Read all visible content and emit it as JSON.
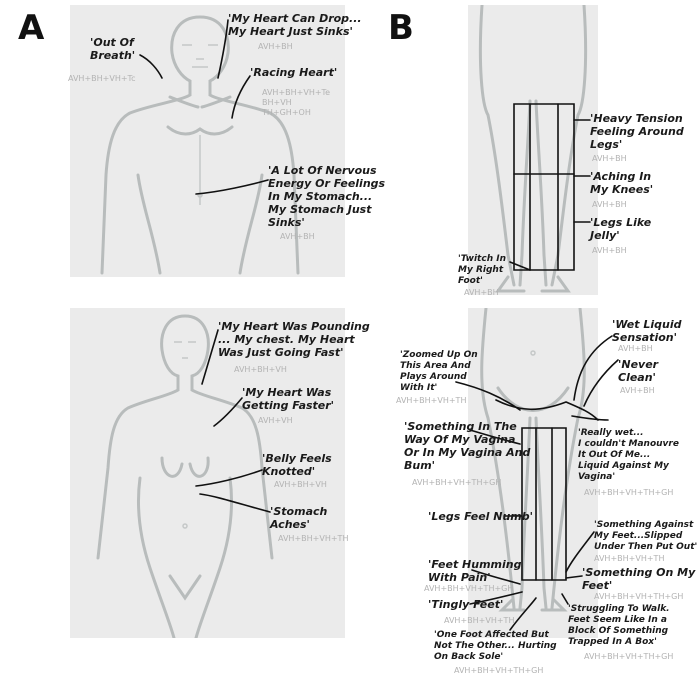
{
  "panels": {
    "a_label": "A",
    "b_label": "B"
  },
  "a1": {
    "out_of_breath": "'Out Of\nBreath'",
    "out_of_breath_sub": "AVH+BH+VH+Tc",
    "heart_drop": "'My Heart Can Drop...\nMy Heart Just Sinks'",
    "heart_drop_sub": "AVH+BH",
    "racing": "'Racing Heart'",
    "racing_sub": "AVH+BH+VH+Te\nBH+VH\nTH+GH+OH",
    "nervous": "'A Lot Of Nervous\nEnergy Or Feelings\nIn My Stomach...\nMy Stomach Just\nSinks'",
    "nervous_sub": "AVH+BH"
  },
  "a2": {
    "pounding": "'My Heart Was Pounding\n... My chest. My Heart\nWas Just Going Fast'",
    "pounding_sub": "AVH+BH+VH",
    "faster": "'My Heart Was\nGetting Faster'",
    "faster_sub": "AVH+VH",
    "knotted": "'Belly Feels\nKnotted'",
    "knotted_sub": "AVH+BH+VH",
    "aches": "'Stomach\nAches'",
    "aches_sub": "AVH+BH+VH+TH"
  },
  "b1": {
    "tension": "'Heavy Tension\nFeeling Around\nLegs'",
    "tension_sub": "AVH+BH",
    "knees": "'Aching In\nMy Knees'",
    "knees_sub": "AVH+BH",
    "jelly": "'Legs Like\nJelly'",
    "jelly_sub": "AVH+BH",
    "twitch": "'Twitch In\nMy Right\nFoot'",
    "twitch_sub": "AVH+BH"
  },
  "b2": {
    "wet": "'Wet Liquid\nSensation'",
    "wet_sub": "AVH+BH",
    "never_clean": "'Never\nClean'",
    "never_clean_sub": "AVH+BH",
    "zoomed": "'Zoomed Up On\nThis Area And\nPlays Around\nWith It'",
    "zoomed_sub": "AVH+BH+VH+TH",
    "really_wet": "'Really wet...\nI couldn't Manouvre\nIt Out Of Me...\nLiquid Against My\nVagina'",
    "really_wet_sub": "AVH+BH+VH+TH+GH",
    "something_way": "'Something In The\nWay Of My Vagina\nOr In My Vagina And\nBum'",
    "something_way_sub": "AVH+BH+VH+TH+GH",
    "numb": "'Legs Feel Numb'",
    "against_feet": "'Something Against\nMy Feet...Slipped\nUnder Then Put Out'",
    "against_feet_sub": "AVH+BH+VH+TH",
    "humming": "'Feet Humming\nWith Pain'",
    "humming_sub": "AVH+BH+VH+TH+GH",
    "on_feet": "'Something On My\nFeet'",
    "on_feet_sub": "AVH+BH+VH+TH+GH",
    "tingly": "'Tingly Feet'",
    "tingly_sub": "AVH+BH+VH+TH",
    "struggling": "'Struggling To Walk.\nFeet Seem Like In a\nBlock Of Something\nTrapped In A Box'",
    "struggling_sub": "AVH+BH+VH+TH+GH",
    "one_foot": "'One Foot Affected But\nNot The Other... Hurting\nOn Back Sole'",
    "one_foot_sub": "AVH+BH+VH+TH+GH"
  }
}
